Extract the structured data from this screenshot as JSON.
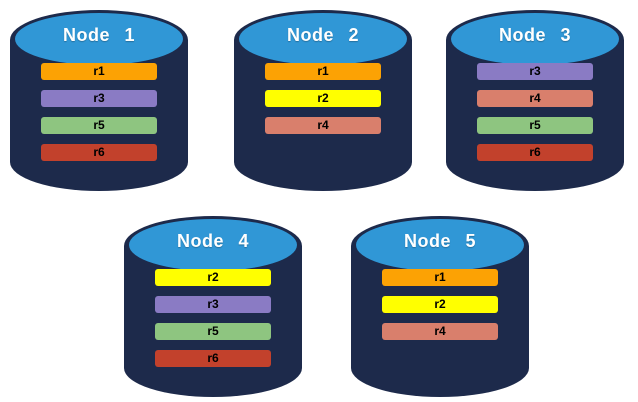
{
  "nodes": [
    {
      "label": "Node 1",
      "replicas": [
        "r1",
        "r3",
        "r5",
        "r6"
      ]
    },
    {
      "label": "Node 2",
      "replicas": [
        "r1",
        "r2",
        "r4"
      ]
    },
    {
      "label": "Node 3",
      "replicas": [
        "r3",
        "r4",
        "r5",
        "r6"
      ]
    },
    {
      "label": "Node 4",
      "replicas": [
        "r2",
        "r3",
        "r5",
        "r6"
      ]
    },
    {
      "label": "Node 5",
      "replicas": [
        "r1",
        "r2",
        "r4"
      ]
    }
  ],
  "replica_colors": {
    "r1": "#FCA204",
    "r2": "#FFFF00",
    "r3": "#8A7BC4",
    "r4": "#D97F6C",
    "r5": "#8EC580",
    "r6": "#C2412C"
  },
  "colors": {
    "cylinder_body": "#1D2A4B",
    "cylinder_top": "#3097D6",
    "node_label": "#FFFFFF",
    "replica_label": "#000000",
    "background": "#FFFFFF"
  }
}
